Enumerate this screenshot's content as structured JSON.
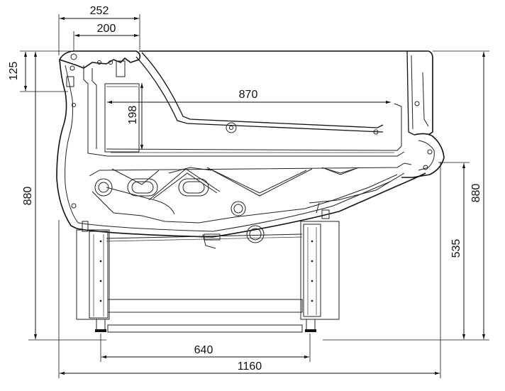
{
  "dimensions": {
    "top_outer_width": "252",
    "top_inner_width": "200",
    "top_height": "125",
    "total_height_left": "880",
    "interior_width": "870",
    "interior_height": "198",
    "total_height_right": "880",
    "counter_height": "535",
    "leg_span": "640",
    "overall_depth": "1160"
  }
}
